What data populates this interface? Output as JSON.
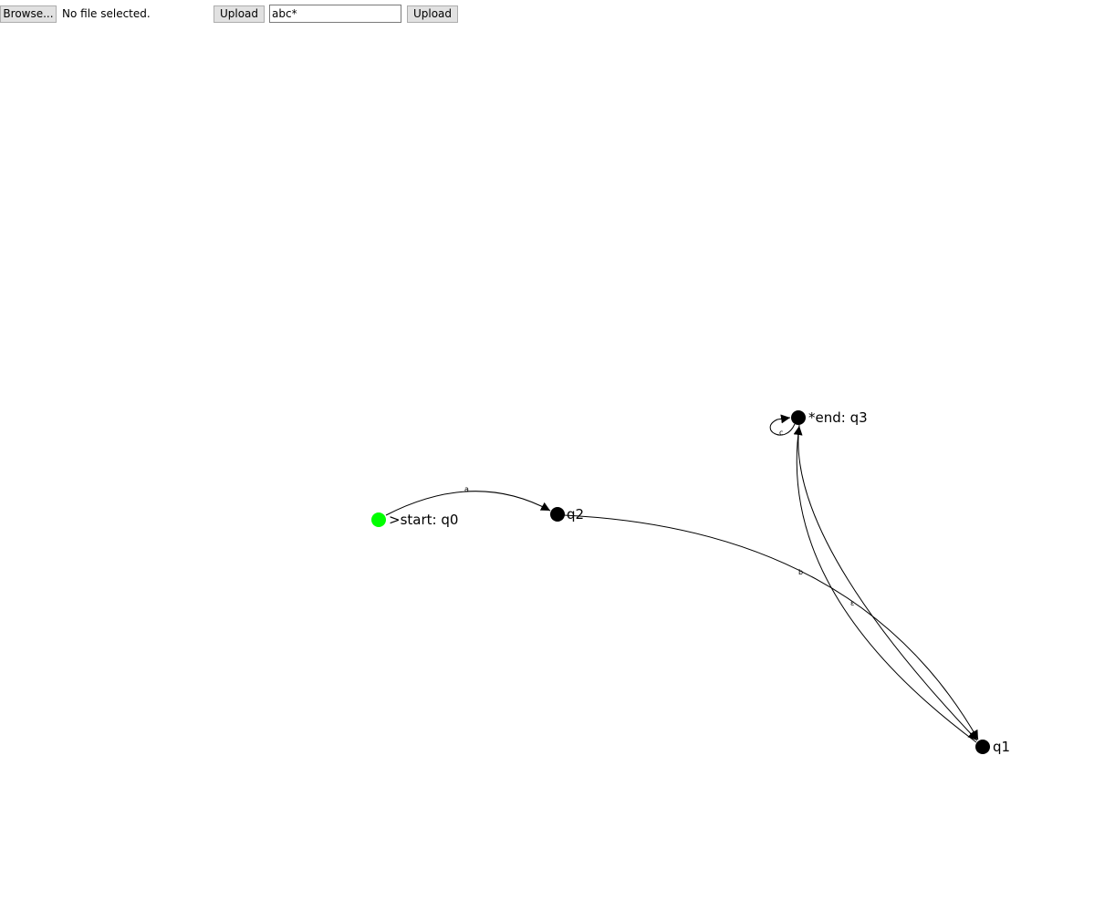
{
  "toolbar": {
    "browse_label": "Browse...",
    "file_status": "No file selected.",
    "upload_label_1": "Upload",
    "regex_value": "abc*",
    "upload_label_2": "Upload"
  },
  "graph": {
    "states": [
      {
        "id": "q0",
        "label": ">start: q0",
        "role": "start",
        "color": "#00ff00"
      },
      {
        "id": "q2",
        "label": "q2",
        "role": "normal",
        "color": "#000000"
      },
      {
        "id": "q1",
        "label": "q1",
        "role": "normal",
        "color": "#000000"
      },
      {
        "id": "q3",
        "label": "*end: q3",
        "role": "accept",
        "color": "#000000"
      }
    ],
    "transitions": [
      {
        "from": "q0",
        "to": "q2",
        "symbol": "a"
      },
      {
        "from": "q2",
        "to": "q1",
        "symbol": "b"
      },
      {
        "from": "q1",
        "to": "q3",
        "symbol": "ε"
      },
      {
        "from": "q3",
        "to": "q1",
        "symbol": "ε"
      },
      {
        "from": "q3",
        "to": "q3",
        "symbol": "c"
      }
    ]
  }
}
